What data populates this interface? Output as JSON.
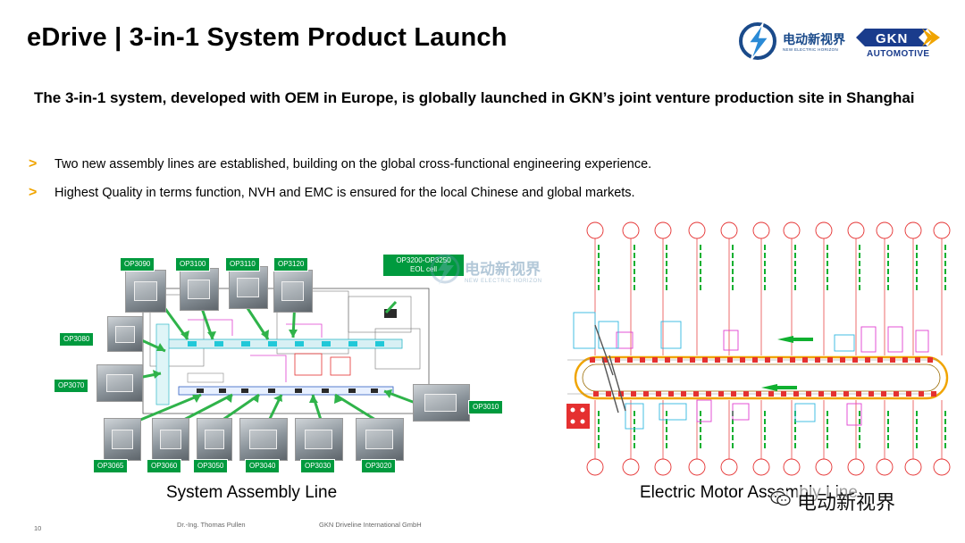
{
  "slide": {
    "title": "eDrive | 3-in-1 System Product Launch",
    "subheading": "The 3-in-1 system, developed with OEM in Europe, is globally launched in GKN’s joint venture production site in Shanghai",
    "bullets": [
      {
        "icon": "chevron-right-icon",
        "text": "Two new assembly lines are established, building on the global cross-functional engineering experience."
      },
      {
        "icon": "chevron-right-icon",
        "text": "Highest Quality in terms function, NVH and EMC is ensured for the local Chinese and global markets."
      }
    ]
  },
  "logos": {
    "ned": {
      "cn": "电动新视界",
      "en": "NEW ELECTRIC HORIZON",
      "icon": "lightning-globe-logo"
    },
    "gkn": {
      "text": "GKN",
      "sub": "AUTOMOTIVE",
      "icon": "gkn-chevron-logo"
    }
  },
  "left_diagram": {
    "caption": "System Assembly Line",
    "stations": [
      "OP3090",
      "OP3100",
      "OP3110",
      "OP3120",
      "OP3200-OP3250",
      "EOL cell",
      "OP3080",
      "OP3070",
      "OP3010",
      "OP3065",
      "OP3060",
      "OP3050",
      "OP3040",
      "OP3030",
      "OP3020"
    ],
    "watermark_cn": "电动新视界",
    "watermark_en": "NEW ELECTRIC HORIZON"
  },
  "right_diagram": {
    "caption": "Electric Motor Assembly Line"
  },
  "footer": {
    "page_number": "10",
    "presenter": "Dr.-Ing. Thomas Pullen",
    "company": "GKN Driveline International GmbH"
  },
  "watermark": {
    "cn": "电动新视界",
    "icon": "wechat-icon"
  },
  "colors": {
    "accent": "#f0a400",
    "op_label": "#009a3e",
    "arrow": "#2fb34a",
    "gkn_blue": "#1a3c8c",
    "ned_blue": "#1a4a8a"
  }
}
